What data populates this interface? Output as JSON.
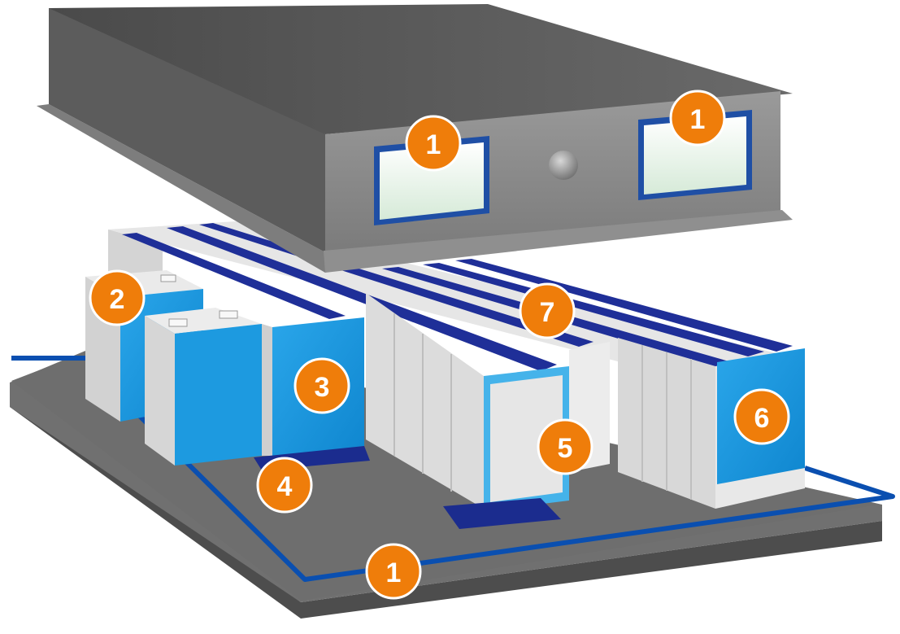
{
  "colors": {
    "background": "#ffffff",
    "floor_top": "#6f6f6f",
    "floor_side": "#4d4d4d",
    "floor_outline": "#0a4fb0",
    "ceiling_top": "#575757",
    "ceiling_front": "#8b8b8b",
    "vent_frame": "#1f4fa5",
    "cabinet_light": "#e9e9e9",
    "cabinet_shade": "#c9c9c9",
    "cabinet_blue": "#1d9ae0",
    "containment_stripe": "#1f2f98",
    "blanking_pad": "#1b2c8e",
    "callout_orange": "#ef7d0a"
  },
  "callouts": {
    "vent_left": "1",
    "vent_right": "1",
    "unit_left": "2",
    "unit_front": "3",
    "floor_pad": "4",
    "row_end": "5",
    "rack_panel": "6",
    "containment_roof": "7",
    "floor_perimeter": "1"
  },
  "icons": {
    "ceiling_knob": "round-knob-icon"
  }
}
